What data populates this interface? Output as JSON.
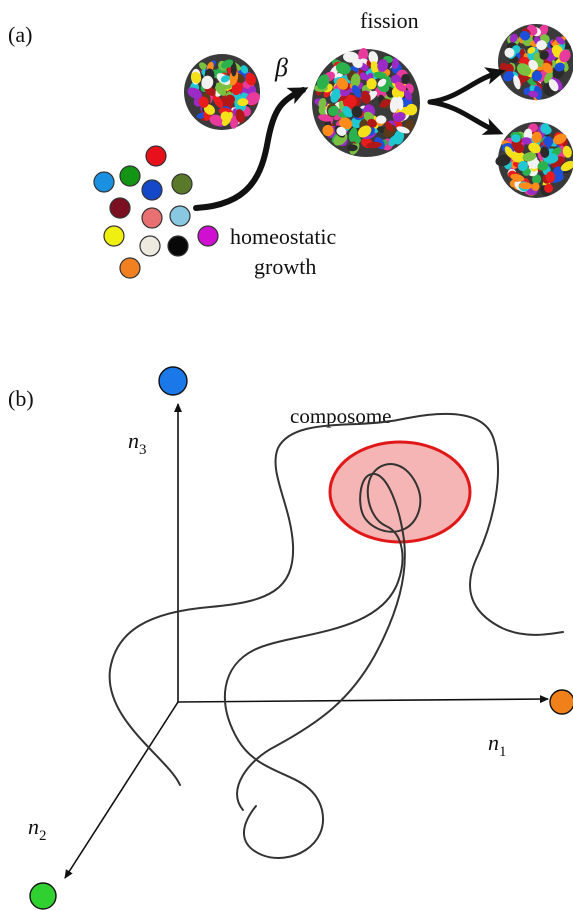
{
  "panel_a": {
    "label": "(a)",
    "fission_label": "fission",
    "beta_label": "β",
    "beta_color": "#b22222",
    "growth_label_line1": "homeostatic",
    "growth_label_line2": "growth",
    "molecule_colors": [
      "#e8101a",
      "#1a90e0",
      "#149414",
      "#1448c8",
      "#5a7a2a",
      "#7a1020",
      "#e87070",
      "#88c8e0",
      "#f0f010",
      "#eeeae0",
      "#080808",
      "#d010d0",
      "#f08020"
    ],
    "blob_palette": [
      "#e81c1c",
      "#f5e11a",
      "#1e4fd8",
      "#2bb24c",
      "#9c2ac6",
      "#ff8c1a",
      "#1fc7d1",
      "#e83a9c",
      "#2a2a2a",
      "#7ac142",
      "#b01818",
      "#f2f2f2",
      "#5b3a1a"
    ]
  },
  "panel_b": {
    "label": "(b)",
    "composome_label": "composome",
    "composome_color": "#e01818",
    "axis_n1": {
      "base": "n",
      "sub": "1",
      "dot_color": "#f0801a"
    },
    "axis_n2": {
      "base": "n",
      "sub": "2",
      "dot_color": "#30d030"
    },
    "axis_n3": {
      "base": "n",
      "sub": "3",
      "dot_color": "#1a78e8"
    }
  }
}
